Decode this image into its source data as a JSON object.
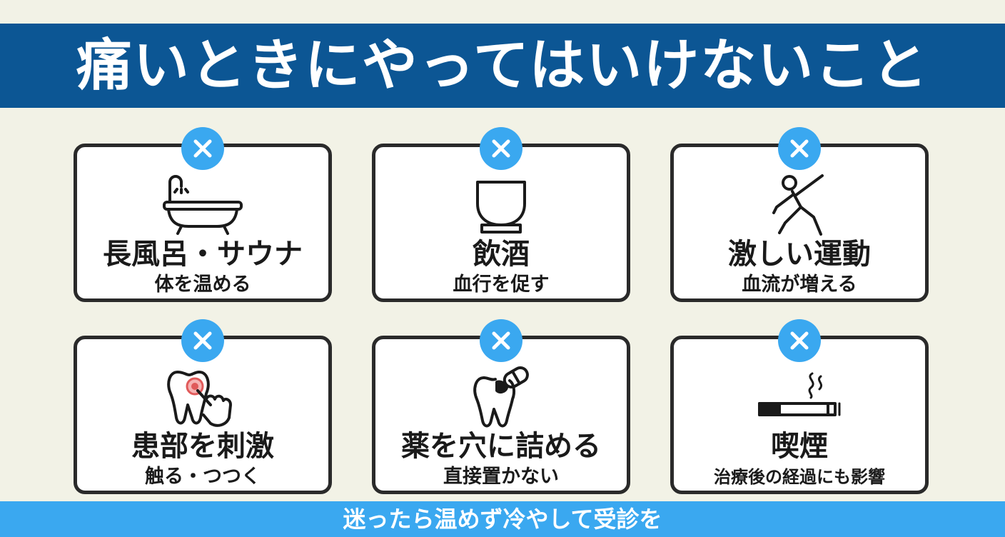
{
  "header": {
    "title": "痛いときにやってはいけないこと"
  },
  "colors": {
    "background": "#f2f2e6",
    "header_bg": "#0c5694",
    "accent": "#3aa8f0",
    "card_border": "#2a2a2a",
    "highlight": "#e05a5a"
  },
  "cards": [
    {
      "icon": "bathtub-icon",
      "title": "長風呂・サウナ",
      "subtitle": "体を温める"
    },
    {
      "icon": "cup-icon",
      "title": "飲酒",
      "subtitle": "血行を促す"
    },
    {
      "icon": "exercise-person-icon",
      "title": "激しい運動",
      "subtitle": "血流が増える"
    },
    {
      "icon": "tooth-touch-icon",
      "title": "患部を刺激",
      "subtitle": "触る・つつく"
    },
    {
      "icon": "tooth-pill-icon",
      "title": "薬を穴に詰める",
      "subtitle": "直接置かない"
    },
    {
      "icon": "cigarette-icon",
      "title": "喫煙",
      "subtitle": "治療後の経過にも影響"
    }
  ],
  "footer": {
    "text": "迷ったら温めず冷やして受診を"
  }
}
